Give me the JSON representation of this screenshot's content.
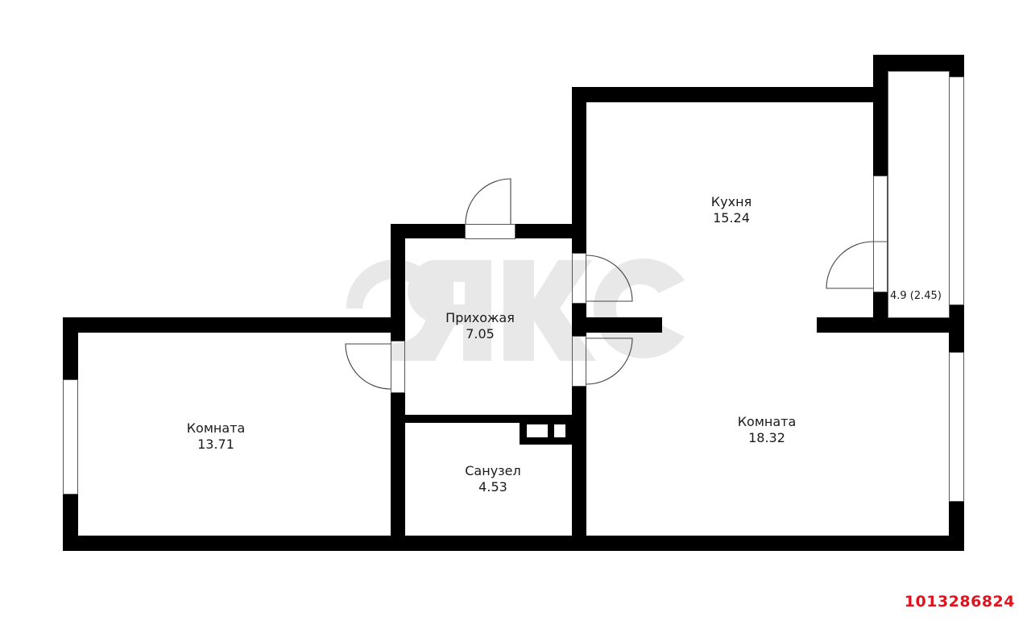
{
  "floorplan": {
    "watermark": "цякс",
    "rooms": [
      {
        "name": "Комната",
        "area": "13.71"
      },
      {
        "name": "Прихожая",
        "area": "7.05"
      },
      {
        "name": "Санузел",
        "area": "4.53"
      },
      {
        "name": "Кухня",
        "area": "15.24"
      },
      {
        "name": "Комната",
        "area": "18.32"
      }
    ],
    "balcony": {
      "label": "4.9 (2.45)"
    },
    "colors": {
      "wall": "#000000",
      "watermark": "#e6e6e6",
      "id": "#e0141e"
    }
  },
  "listing": {
    "id": "1013286824"
  }
}
